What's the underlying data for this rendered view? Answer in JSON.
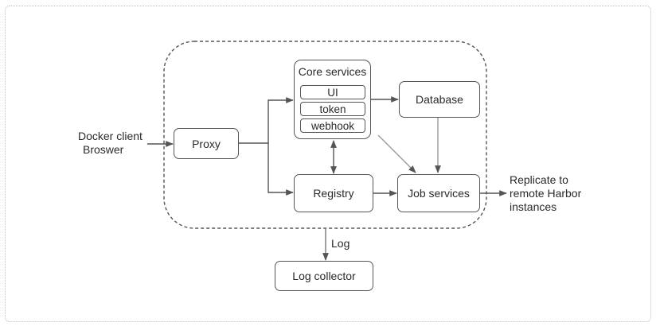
{
  "nodes": {
    "client_line1": "Docker client",
    "client_line2": "Broswer",
    "proxy": "Proxy",
    "core_services": "Core services",
    "ui": "UI",
    "token": "token",
    "webhook": "webhook",
    "database": "Database",
    "registry": "Registry",
    "job_services": "Job services",
    "log_label": "Log",
    "log_collector": "Log collector",
    "replicate_line1": "Replicate to",
    "replicate_line2": "remote Harbor",
    "replicate_line3": "instances"
  },
  "colors": {
    "stroke": "#555555",
    "frame": "#bdbdbd",
    "text": "#2a2a2a"
  }
}
